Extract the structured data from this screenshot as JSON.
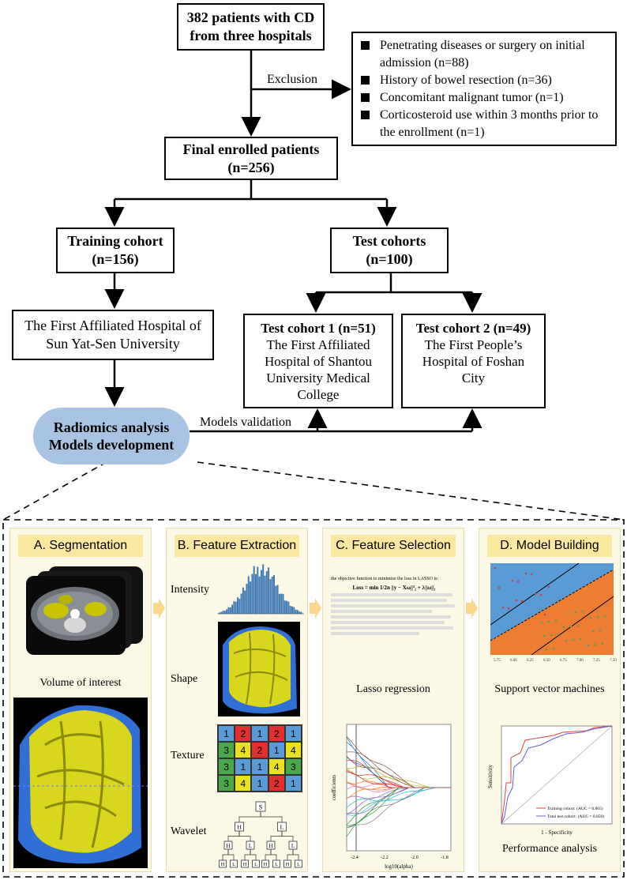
{
  "flow": {
    "start": {
      "line1": "382 patients with CD",
      "line2": "from three hospitals"
    },
    "exclusion_label": "Exclusion",
    "exclusion_items": [
      "Penetrating diseases or surgery on initial admission (n=88)",
      "History of bowel resection (n=36)",
      "Concomitant malignant tumor (n=1)",
      "Corticosteroid use within 3 months prior to the enrollment (n=1)"
    ],
    "enrolled": {
      "line1": "Final enrolled patients",
      "line2": "(n=256)"
    },
    "training": {
      "line1": "Training cohort",
      "line2": "(n=156)"
    },
    "test": {
      "line1": "Test cohorts",
      "line2": "(n=100)"
    },
    "training_hospital": {
      "line1": "The First Affiliated Hospital of",
      "line2": "Sun Yat-Sen University"
    },
    "test1": {
      "title": "Test cohort 1 (n=51)",
      "line1": "The First Affiliated",
      "line2": "Hospital of Shantou",
      "line3": "University Medical",
      "line4": "College"
    },
    "test2": {
      "title": "Test cohort 2 (n=49)",
      "line1": "The First People’s",
      "line2": "Hospital of Foshan",
      "line3": "City"
    },
    "analysis": {
      "line1": "Radiomics analysis",
      "line2": "Models development"
    },
    "validation_label": "Models validation"
  },
  "panels": {
    "a": {
      "title": "A. Segmentation",
      "caption": "Volume of interest"
    },
    "b": {
      "title": "B. Feature Extraction",
      "labels": [
        "Intensity",
        "Shape",
        "Texture",
        "Wavelet"
      ],
      "texture_grid": [
        [
          1,
          2,
          1,
          2,
          1
        ],
        [
          3,
          4,
          2,
          1,
          4
        ],
        [
          3,
          1,
          1,
          4,
          3
        ],
        [
          3,
          4,
          1,
          2,
          1
        ]
      ],
      "wavelet_root": "S",
      "wavelet_hl": [
        "H",
        "L"
      ]
    },
    "c": {
      "title": "C. Feature Selection",
      "caption": "Lasso regression",
      "text_heading": "the objective function to minimize the loss in LASSO is:",
      "formula": "Loss = min 1/2n ||y − Xω||²₂ + λ||ω||₁",
      "xlabel": "log10(alpha)",
      "ylabel": "coefficients",
      "xticks": [
        "-2.4",
        "-2.2",
        "-2.0",
        "-1.8"
      ]
    },
    "d": {
      "title": "D. Model Building",
      "caption_svm": "Support vector machines",
      "caption_perf": "Performance analysis",
      "roc_xlabel": "1 - Specificity",
      "roc_ylabel": "Sensitivity",
      "legend": [
        "Training cohort:  (AUC = 0.865)",
        "Total test cohort:  (AUC = 0.850)"
      ],
      "svm_xticks": [
        "5.75",
        "6.00",
        "6.25",
        "6.50",
        "6.75",
        "7.00",
        "7.25",
        "7.50"
      ]
    }
  },
  "colors": {
    "ellipse": "#a9c3e4",
    "panel_bg": "#fbf8e6",
    "panel_title": "#fae7a0",
    "arrow": "#fbd88c"
  }
}
